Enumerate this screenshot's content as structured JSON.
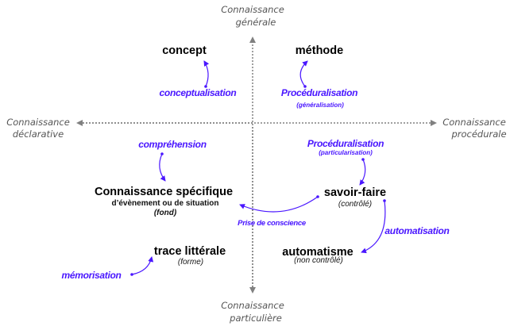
{
  "axes": {
    "top": [
      "Connaissance",
      "générale"
    ],
    "bottom": [
      "Connaissance",
      "particulière"
    ],
    "left": [
      "Connaissance",
      "déclarative"
    ],
    "right": [
      "Connaissance",
      "procédurale"
    ]
  },
  "nodes": {
    "concept": "concept",
    "methode": "méthode",
    "specifique": {
      "title": "Connaissance spécifique",
      "sub": "d’évènement ou de situation",
      "note": "(fond)"
    },
    "savoir_faire": {
      "title": "savoir-faire",
      "note": "(contrôlé)"
    },
    "trace": {
      "title": "trace  littérale",
      "note": "(forme)"
    },
    "automatisme": {
      "title": "automatisme",
      "note": "(non contrôlé)"
    }
  },
  "processes": {
    "conceptualisation": "conceptualisation",
    "proc_gen": {
      "label": "Procéduralisation",
      "sub": "(généralisation)"
    },
    "comprehension": "compréhension",
    "proc_part": {
      "label": "Procéduralisation",
      "sub": "(particularisation)"
    },
    "prise": "Prise de conscience",
    "automatisation": "automatisation",
    "memorisation": "mémorisation"
  },
  "colors": {
    "process": "#4a17ff",
    "axis": "#777777"
  }
}
